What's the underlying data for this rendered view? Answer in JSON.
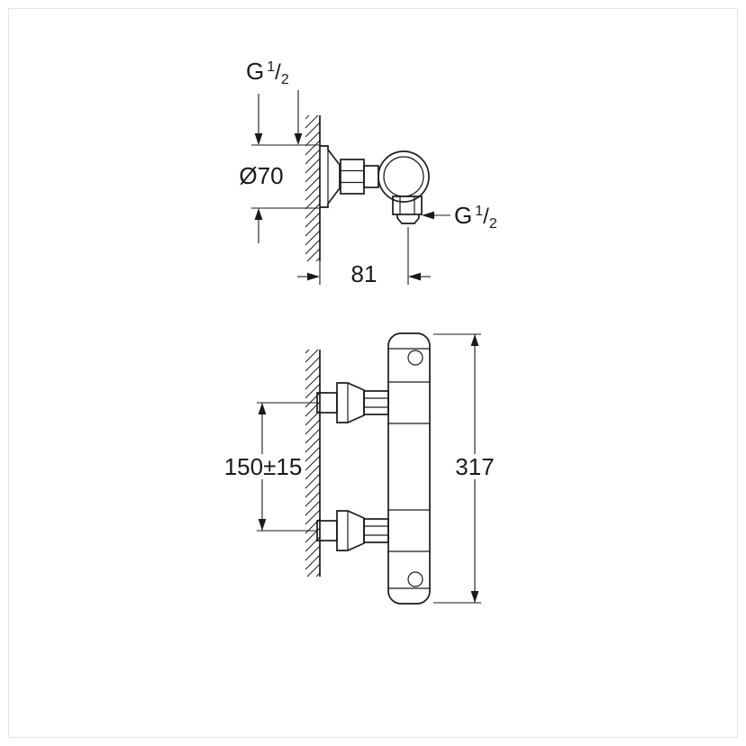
{
  "page": {
    "background": "#ffffff",
    "line_color": "#1a1a1a",
    "border_color": "#e3e3e3"
  },
  "drawing": {
    "labels": {
      "thread_top": {
        "letter": "G",
        "numerator": "1",
        "divider": "/",
        "denominator": "2"
      },
      "thread_outlet": {
        "letter": "G",
        "numerator": "1",
        "divider": "/",
        "denominator": "2"
      },
      "escutcheon_diameter": "Ø70",
      "wall_offset": "81",
      "connection_spacing": "150±15",
      "total_height": "317"
    }
  }
}
